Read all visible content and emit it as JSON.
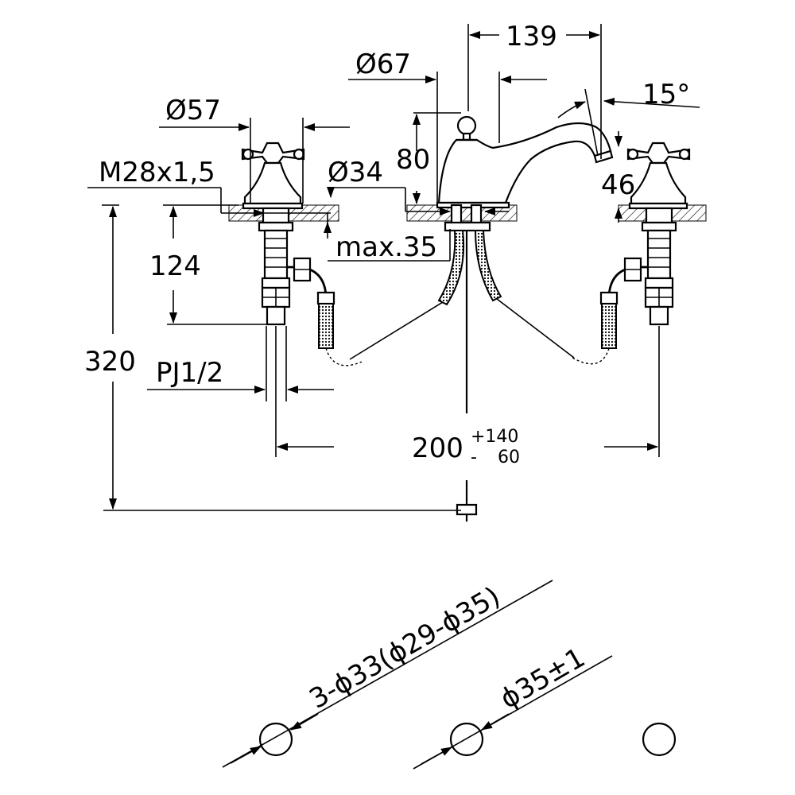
{
  "drawing": {
    "dimensions": {
      "spout_reach": "139",
      "spout_base_dia": "Ø67",
      "spout_angle": "15°",
      "handle_dia": "Ø57",
      "thread": "M28x1,5",
      "shank_dia": "Ø34",
      "spout_height": "80",
      "handle_height": "46",
      "max_deck": "max.35",
      "shank_length": "124",
      "total_height": "320",
      "connection": "PJ1/2",
      "spread": "200",
      "spread_plus": "+140",
      "spread_minus": "-",
      "spread_minus_val": "60"
    },
    "holes": {
      "hole_count_label": "3-ϕ33(ϕ29-ϕ35)",
      "hole_dia_label": "ϕ35±1"
    }
  }
}
